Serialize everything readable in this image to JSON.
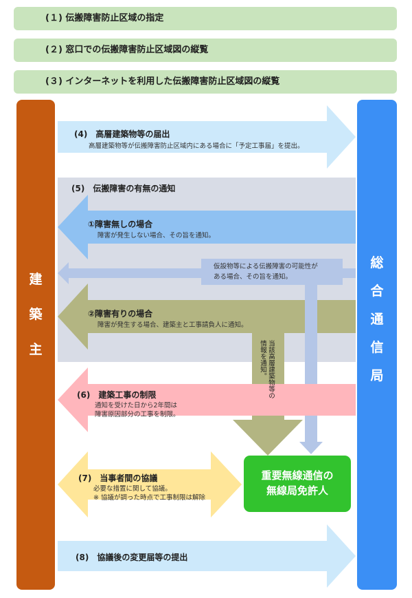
{
  "banners": [
    "(１) 伝搬障害防止区域の指定",
    "(２) 窓口での伝搬障害防止区域図の縦覧",
    "(３) インターネットを利用した伝搬障害防止区域図の縦覧"
  ],
  "left_actor": {
    "label": [
      "建",
      "築",
      "主"
    ],
    "color": "#c55a11"
  },
  "right_actor": {
    "label": [
      "総",
      "合",
      "通",
      "信",
      "局"
    ],
    "color": "#3b8ff5"
  },
  "steps": {
    "s4": {
      "title": "(4)　高層建築物等の届出",
      "sub": "高層建築物等が伝搬障害防止区域内にある場合に「予定工事届」を提出。"
    },
    "s5": {
      "title": "(5)　伝搬障害の有無の通知"
    },
    "no_obstacle": {
      "title": "①障害無しの場合",
      "sub": "障害が発生しない場合、その旨を通知。"
    },
    "temporary": {
      "line1": "仮設物等による伝搬障害の可能性が",
      "line2": "ある場合、その旨を通知。"
    },
    "obstacle": {
      "title": "②障害有りの場合",
      "sub": "障害が発生する場合、建築主と工事請負人に通知。"
    },
    "forward": {
      "line1": "当該高層建築物等の",
      "line2": "情報を通知。"
    },
    "s6": {
      "title": "(6)　建築工事の制限",
      "sub1": "通知を受けた日から2年間は",
      "sub2": "障害原因部分の工事を制限。"
    },
    "s7": {
      "title": "(7)　当事者間の協議",
      "sub1": "必要な措置に関して協議。",
      "sub2": "※ 協議が調った時点で工事制限は解除"
    },
    "s8": {
      "title": "(8)　協議後の変更届等の提出"
    }
  },
  "license_holder": [
    "重要無線通信の",
    "無線局免許人"
  ],
  "colors": {
    "banner": "#c9e4bd",
    "light_blue_arrow": "#cde9fb",
    "gray_panel": "#d8dce6",
    "blue_arrow": "#8fc1f2",
    "steel_arrow": "#b4c6e7",
    "olive_arrow": "#b3b582",
    "pink_arrow": "#ffb6bc",
    "yellow_arrow": "#ffe699",
    "license": "#32c32e"
  }
}
